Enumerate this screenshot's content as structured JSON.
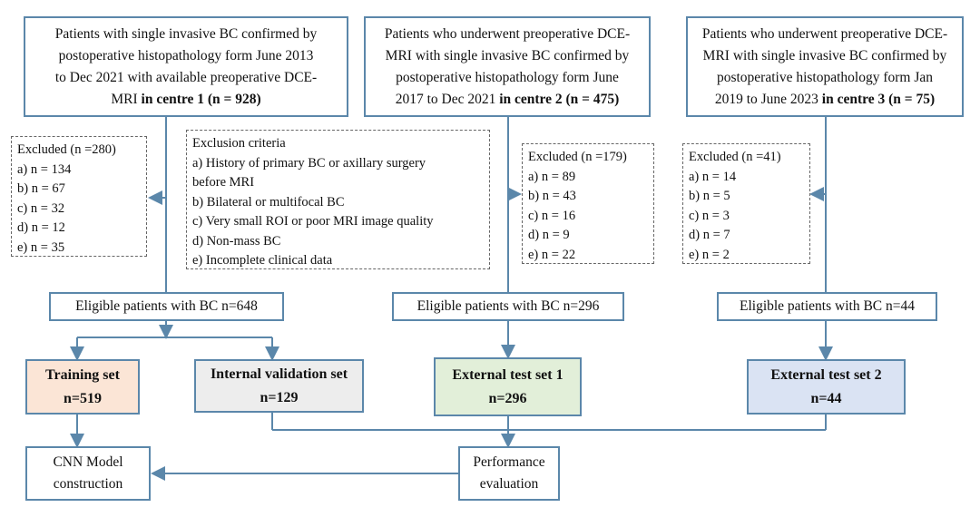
{
  "centre1": {
    "lines": [
      "Patients with single invasive BC confirmed by",
      "postoperative histopathology form June 2013",
      "to Dec 2021 with available preoperative DCE-"
    ],
    "last_prefix": "MRI ",
    "last_bold": "in centre 1 (n = 928)"
  },
  "centre2": {
    "lines": [
      "Patients who underwent preoperative DCE-",
      "MRI with single invasive BC confirmed by",
      "postoperative histopathology form June"
    ],
    "last_prefix": "2017 to Dec 2021 ",
    "last_bold": "in centre 2 (n = 475)"
  },
  "centre3": {
    "lines": [
      "Patients who underwent preoperative DCE-",
      "MRI with single invasive BC confirmed by",
      "postoperative histopathology form Jan"
    ],
    "last_prefix": "2019 to June 2023 ",
    "last_bold": "in centre 3 (n = 75)"
  },
  "excluded1": [
    "Excluded (n =280)",
    "a) n = 134",
    "b) n = 67",
    "c) n = 32",
    "d) n = 12",
    "e) n = 35"
  ],
  "criteria": [
    "Exclusion criteria",
    "a) History of primary BC or axillary surgery",
    "before MRI",
    "b) Bilateral or multifocal BC",
    "c) Very small ROI or poor MRI image quality",
    "d) Non-mass BC",
    "e) Incomplete clinical data"
  ],
  "excluded2": [
    "Excluded (n =179)",
    "a) n = 89",
    "b) n = 43",
    "c) n = 16",
    "d) n = 9",
    "e) n = 22"
  ],
  "excluded3": [
    "Excluded (n =41)",
    "a) n = 14",
    "b) n = 5",
    "c) n = 3",
    "d) n = 7",
    "e) n = 2"
  ],
  "eligible1": "Eligible patients with BC  n=648",
  "eligible2": "Eligible patients with BC  n=296",
  "eligible3": "Eligible patients with BC  n=44",
  "training": {
    "name": "Training set",
    "n": "n=519",
    "color": "#fbe5d6"
  },
  "internal": {
    "name": "Internal validation set",
    "n": "n=129",
    "color": "#ededed"
  },
  "external1": {
    "name": "External test set 1",
    "n": "n=296",
    "color": "#e2efd9"
  },
  "external2": {
    "name": "External test set 2",
    "n": "n=44",
    "color": "#dae3f3"
  },
  "cnn": [
    "CNN Model",
    "construction"
  ],
  "performance": [
    "Performance",
    "evaluation"
  ],
  "colors": {
    "line": "#5b87aa",
    "border": "#5b87aa"
  }
}
